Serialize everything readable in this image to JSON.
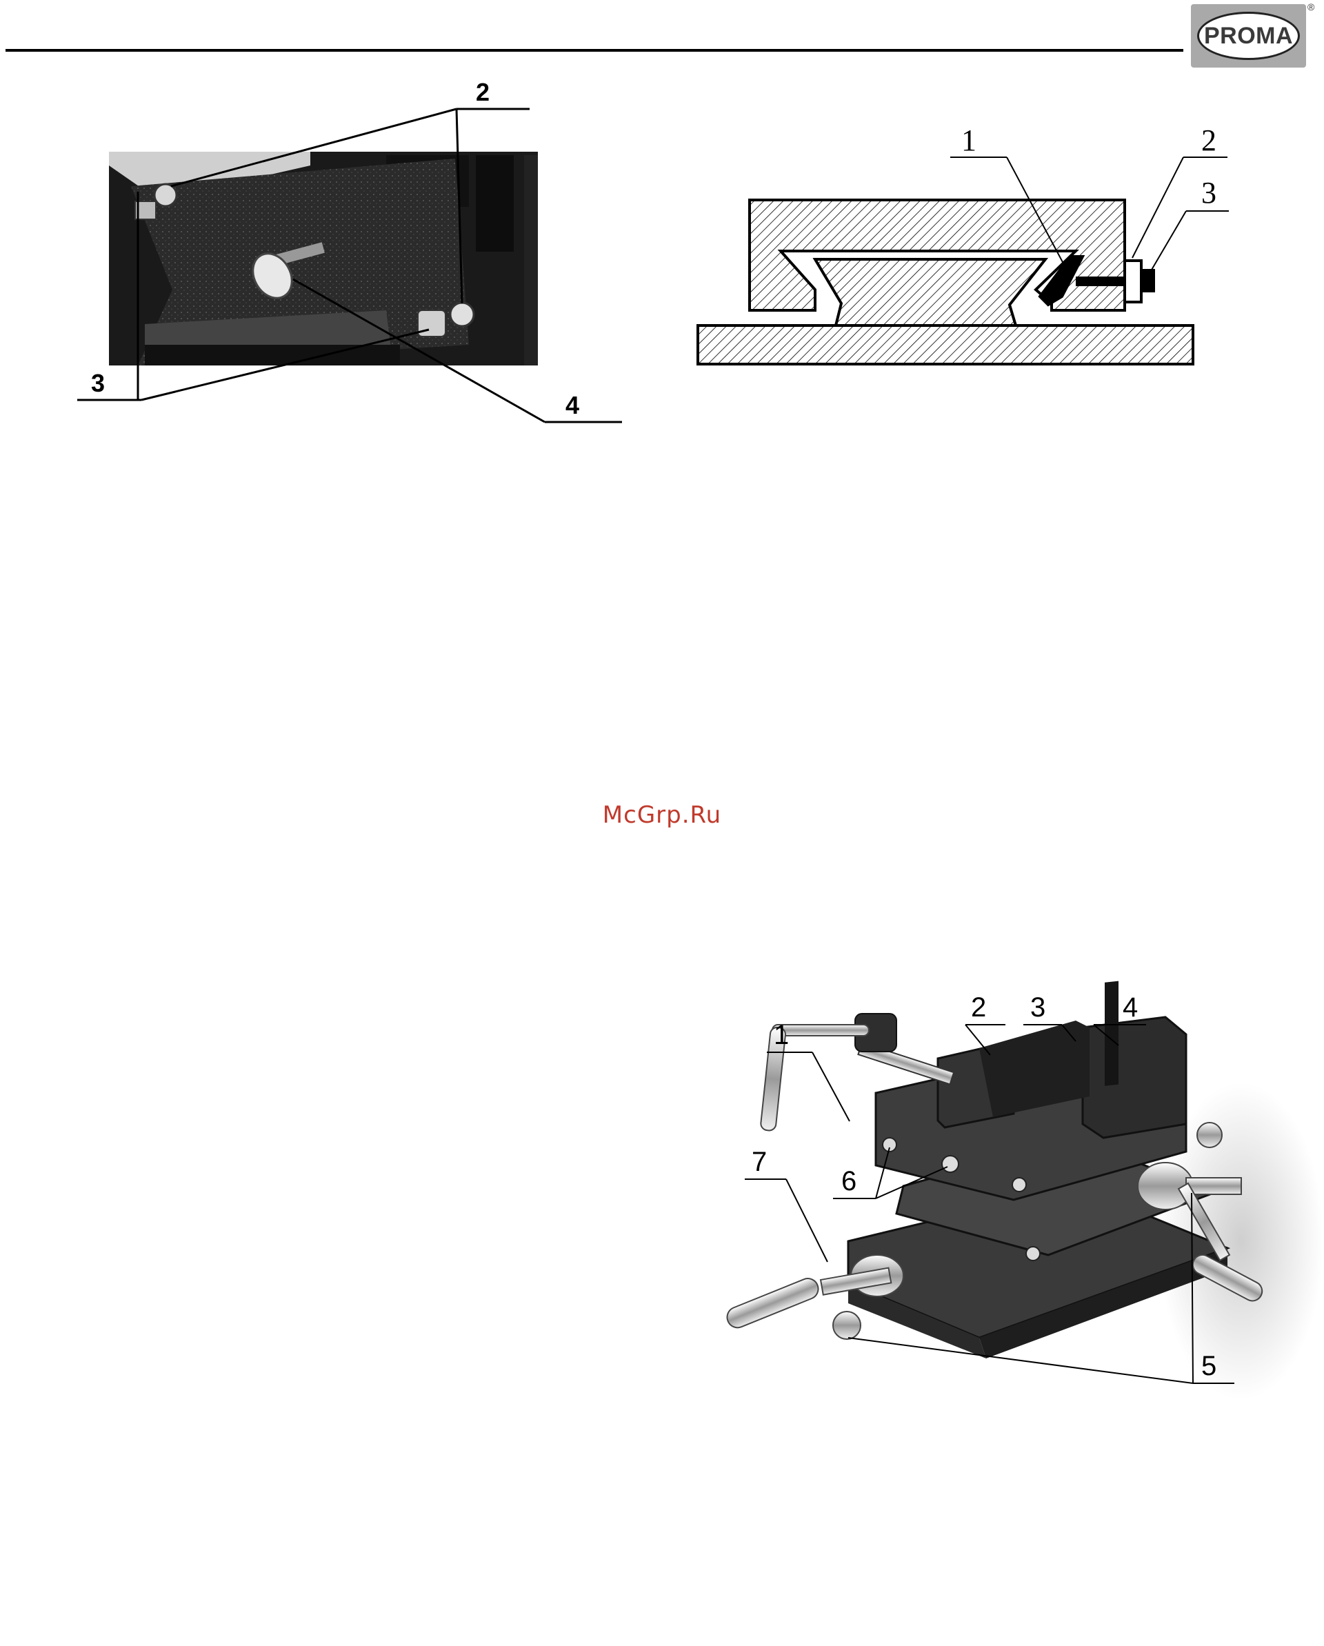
{
  "header": {
    "logo_text": "PROMA",
    "registered_mark": "®"
  },
  "watermark": "McGrp.Ru",
  "figure_photo_detail": {
    "labels": [
      "2",
      "3",
      "4"
    ]
  },
  "figure_cross_section": {
    "labels": [
      "1",
      "2",
      "3"
    ]
  },
  "figure_vise": {
    "labels": [
      "1",
      "2",
      "3",
      "4",
      "5",
      "6",
      "7"
    ]
  }
}
